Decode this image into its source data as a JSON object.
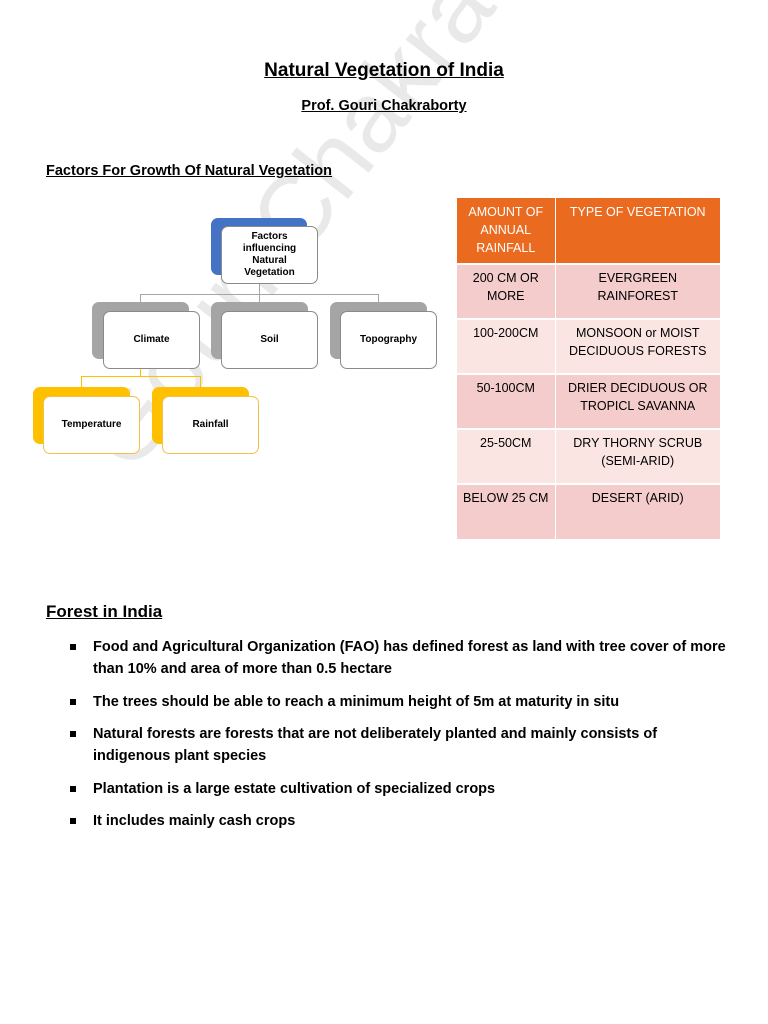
{
  "document": {
    "title": "Natural Vegetation of India",
    "author": "Prof. Gouri Chakraborty",
    "watermark": "Gouri Chakra",
    "factors_heading": "Factors For Growth Of Natural Vegetation",
    "diagram": {
      "root": "Factors influencing Natural Vegetation",
      "level1": [
        "Climate",
        "Soil",
        "Topography"
      ],
      "level2": [
        "Temperature",
        "Rainfall"
      ],
      "colors": {
        "root": "#4472c4",
        "level1": "#a5a5a5",
        "level2": "#ffc000"
      }
    },
    "table": {
      "headers": [
        "AMOUNT OF ANNUAL RAINFALL",
        "TYPE OF VEGETATION"
      ],
      "rows": [
        [
          "200 CM OR MORE",
          "EVERGREEN RAINFOREST"
        ],
        [
          "100-200CM",
          "MONSOON or MOIST DECIDUOUS FORESTS"
        ],
        [
          "50-100CM",
          "DRIER DECIDUOUS OR TROPICL SAVANNA"
        ],
        [
          "25-50CM",
          "DRY THORNY SCRUB (SEMI-ARID)"
        ],
        [
          "BELOW 25 CM",
          "DESERT (ARID)"
        ]
      ],
      "colors": {
        "header": "#ea6a1f",
        "row_dark": "#f4cccc",
        "row_light": "#fbe5e3"
      }
    },
    "forest_heading": "Forest in India",
    "bullets": [
      "Food and Agricultural Organization (FAO) has defined forest as land with tree cover of more than 10% and area of more than 0.5 hectare",
      "The trees should be able to reach a minimum height of 5m at maturity in situ",
      "Natural forests are forests that are not deliberately planted and mainly consists of indigenous plant species",
      "Plantation is a large estate cultivation of specialized crops",
      "It includes mainly cash crops"
    ]
  }
}
